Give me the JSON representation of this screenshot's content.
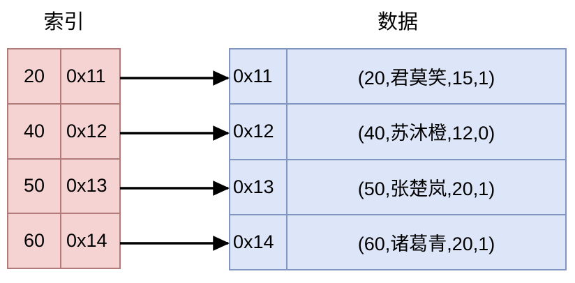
{
  "diagram": {
    "index_header": "索引",
    "data_header": "数据",
    "colors": {
      "index_fill": "#f6d3d3",
      "index_border": "#b37a7a",
      "data_fill": "#dde5f8",
      "data_border": "#8096c0",
      "arrow": "#000000",
      "text": "#000000",
      "background": "#ffffff"
    }
  },
  "index_table": {
    "rows": [
      {
        "key": "20",
        "address": "0x11"
      },
      {
        "key": "40",
        "address": "0x12"
      },
      {
        "key": "50",
        "address": "0x13"
      },
      {
        "key": "60",
        "address": "0x14"
      }
    ]
  },
  "data_table": {
    "rows": [
      {
        "address": "0x11",
        "record": "(20,君莫笑,15,1)"
      },
      {
        "address": "0x12",
        "record": "(40,苏沐橙,12,0)"
      },
      {
        "address": "0x13",
        "record": "(50,张楚岚,20,1)"
      },
      {
        "address": "0x14",
        "record": "(60,诸葛青,20,1)"
      }
    ]
  },
  "arrows": [
    {
      "from_address": "0x11",
      "to_address": "0x11"
    },
    {
      "from_address": "0x12",
      "to_address": "0x12"
    },
    {
      "from_address": "0x13",
      "to_address": "0x13"
    },
    {
      "from_address": "0x14",
      "to_address": "0x14"
    }
  ]
}
